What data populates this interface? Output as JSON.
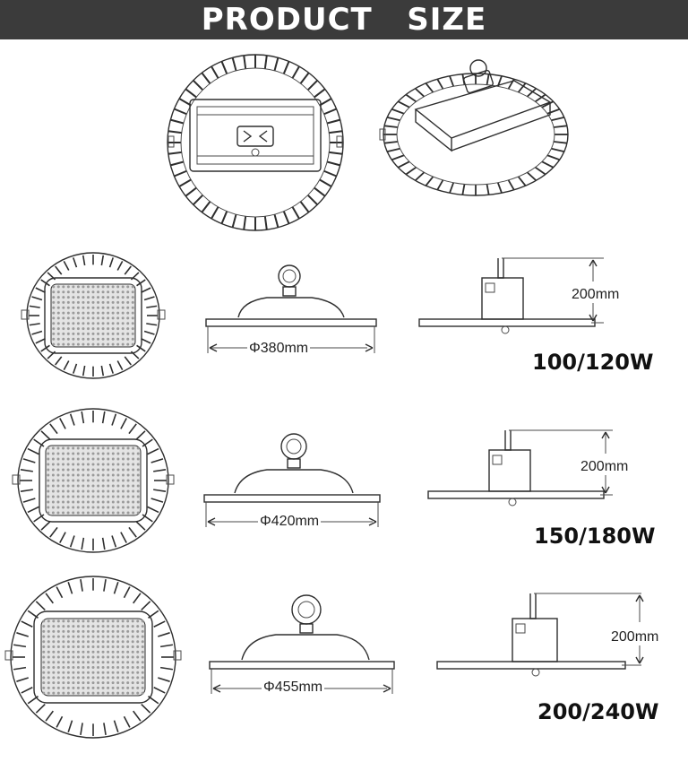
{
  "header": {
    "title": "PRODUCT   SIZE"
  },
  "colors": {
    "banner": "#3b3b3b",
    "line": "#2e2e2e",
    "led_fill": "#e4e4e4"
  },
  "variants": [
    {
      "power": "100/120W",
      "diameter": "Φ380mm",
      "height": "200mm"
    },
    {
      "power": "150/180W",
      "diameter": "Φ420mm",
      "height": "200mm"
    },
    {
      "power": "200/240W",
      "diameter": "Φ455mm",
      "height": "200mm"
    }
  ]
}
